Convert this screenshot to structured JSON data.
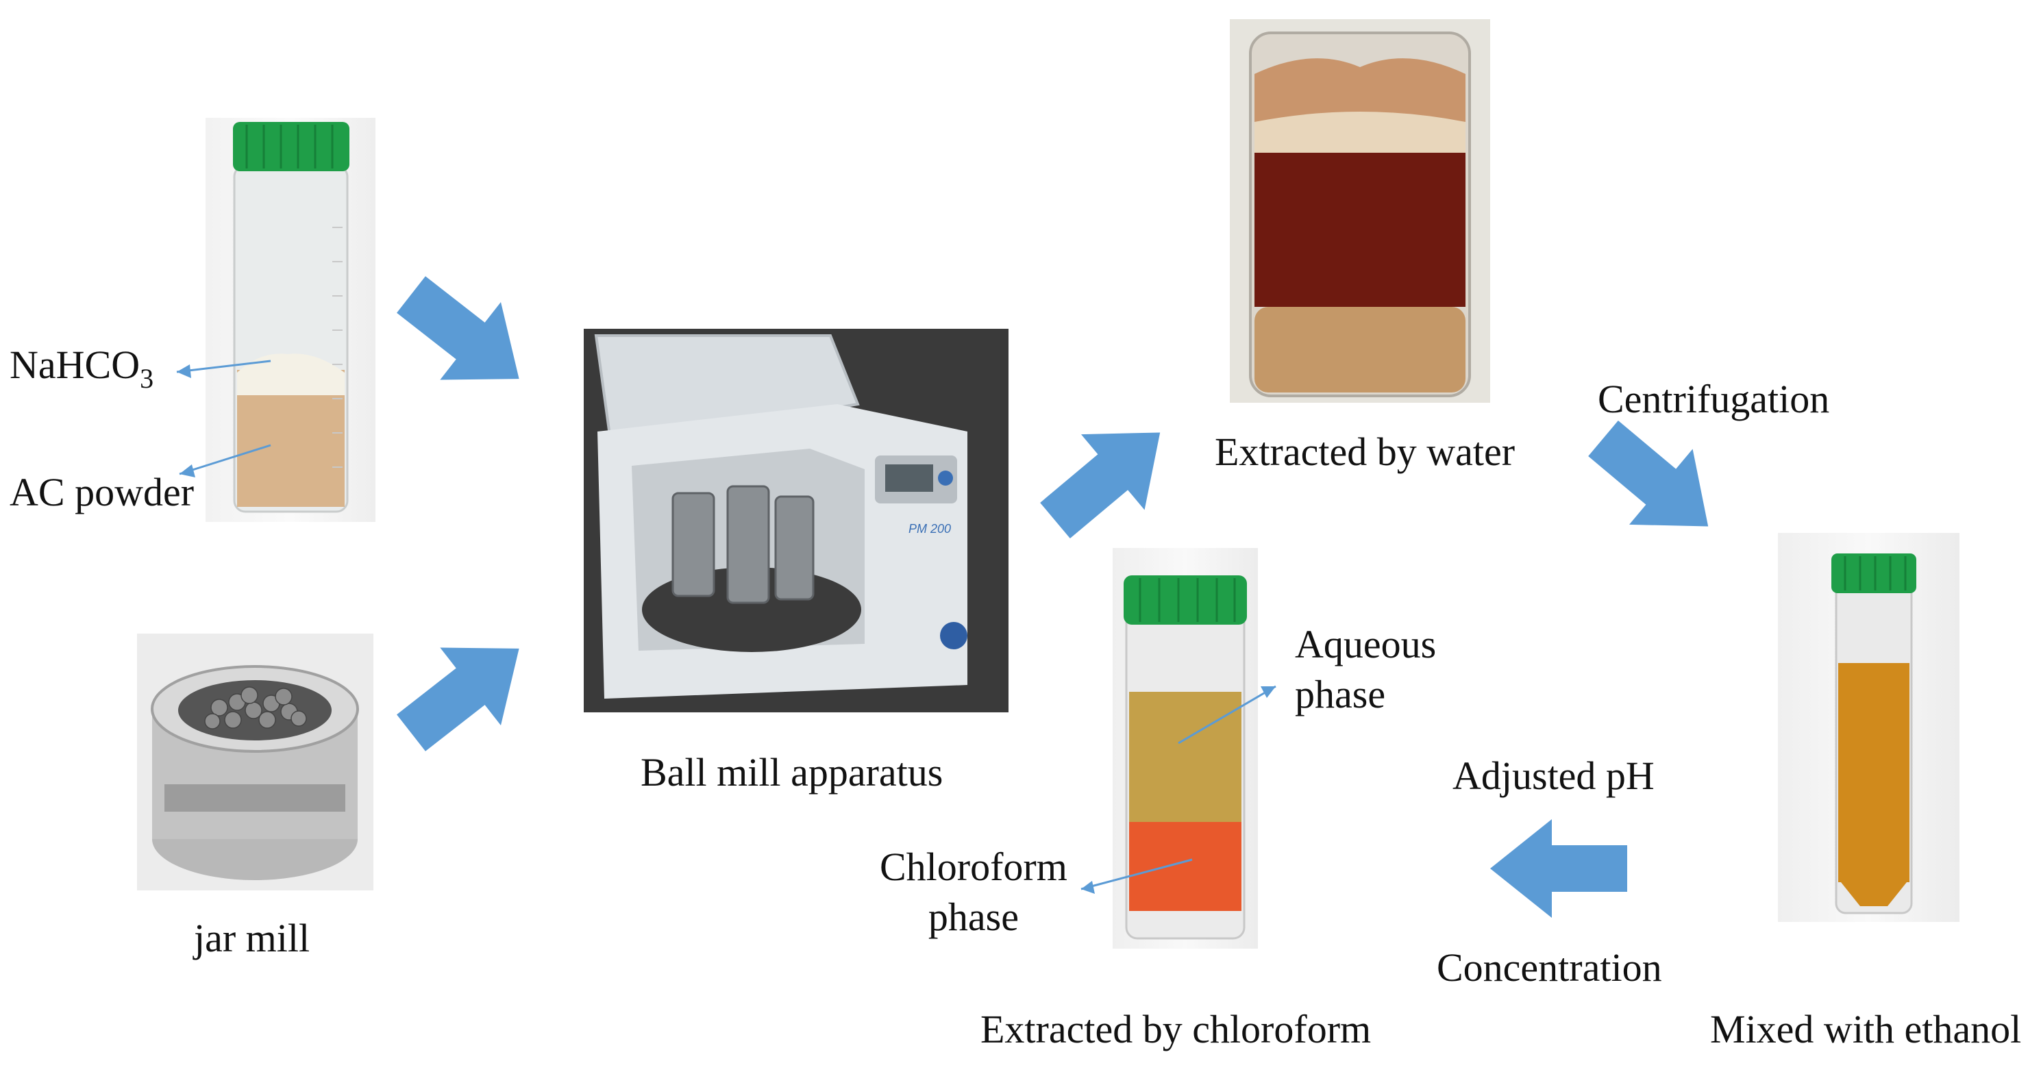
{
  "labels": {
    "nahco3_main": "NaHCO",
    "nahco3_sub": "3",
    "ac_powder": "AC powder",
    "jar_mill": "jar mill",
    "ball_mill": "Ball mill apparatus",
    "pm200_badge": "PM 200",
    "extracted_water": "Extracted by water",
    "centrifugation": "Centrifugation",
    "mixed_ethanol": "Mixed with ethanol",
    "adjusted_ph": "Adjusted pH",
    "concentration": "Concentration",
    "extracted_chloroform": "Extracted by chloroform",
    "aqueous_line1": "Aqueous",
    "aqueous_line2": "phase",
    "chloroform_line1": "Chloroform",
    "chloroform_line2": "phase"
  },
  "icons": {
    "arrow": "block-arrow-icon",
    "pointer": "thin-pointer-arrow-icon"
  },
  "colors": {
    "flow_arrow": "#5b9bd5",
    "pointer_arrow": "#5b9bd5",
    "tube_cap": "#1f9e48",
    "ac_powder": "#d8b48c",
    "aqueous": "#c4a049",
    "chloroform": "#e8592c",
    "ethanol_mix": "#d08a1c",
    "water_extract_dark": "#6e1a10",
    "water_extract_light": "#c49868"
  }
}
